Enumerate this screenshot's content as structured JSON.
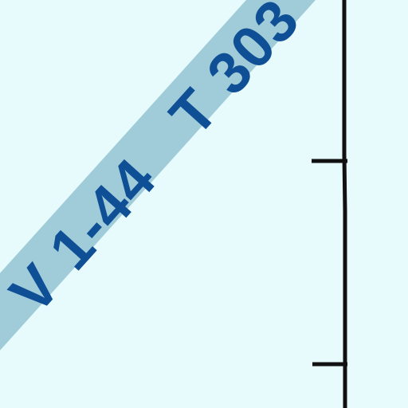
{
  "map": {
    "background_color": "#e8fbfc",
    "airway": {
      "label_part_1": "V 1-44",
      "label_part_2": "T 303",
      "band_color": "#9fccd8",
      "text_color": "#0f4f96"
    },
    "boundary_line": {
      "color": "#111111",
      "tick_marks": 2
    }
  }
}
